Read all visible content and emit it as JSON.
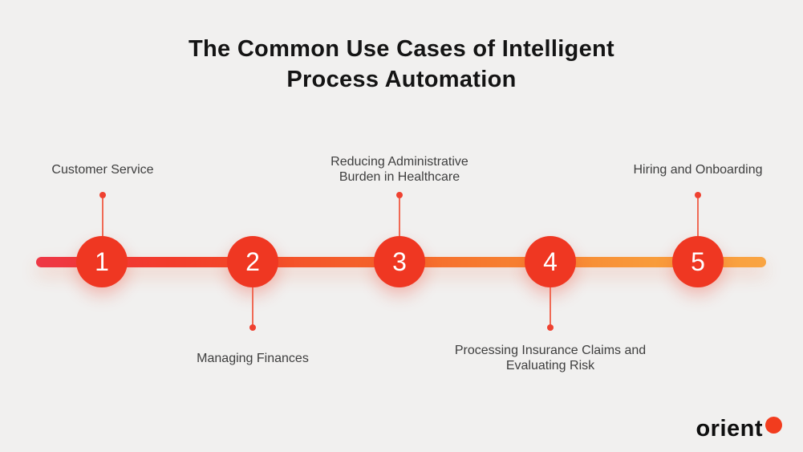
{
  "title": "The Common Use Cases of Intelligent\nProcess Automation",
  "timeline": {
    "items": [
      {
        "number": "1",
        "label": "Customer Service",
        "side": "top"
      },
      {
        "number": "2",
        "label": "Managing Finances",
        "side": "bottom"
      },
      {
        "number": "3",
        "label": "Reducing Administrative Burden in Healthcare",
        "side": "top"
      },
      {
        "number": "4",
        "label": "Processing Insurance Claims and Evaluating Risk",
        "side": "bottom"
      },
      {
        "number": "5",
        "label": "Hiring and Onboarding",
        "side": "top"
      }
    ]
  },
  "logo": {
    "text": "orient"
  },
  "colors": {
    "background": "#f1f0ef",
    "node_red": "#ef3722",
    "bar_gradient_start": "#ee3846",
    "bar_gradient_end": "#f9a442",
    "stem": "#f06a55",
    "stem_dot": "#ef4130",
    "title_text": "#141414",
    "label_text": "#3e3e3e",
    "logo_dot": "#f23c1e"
  }
}
